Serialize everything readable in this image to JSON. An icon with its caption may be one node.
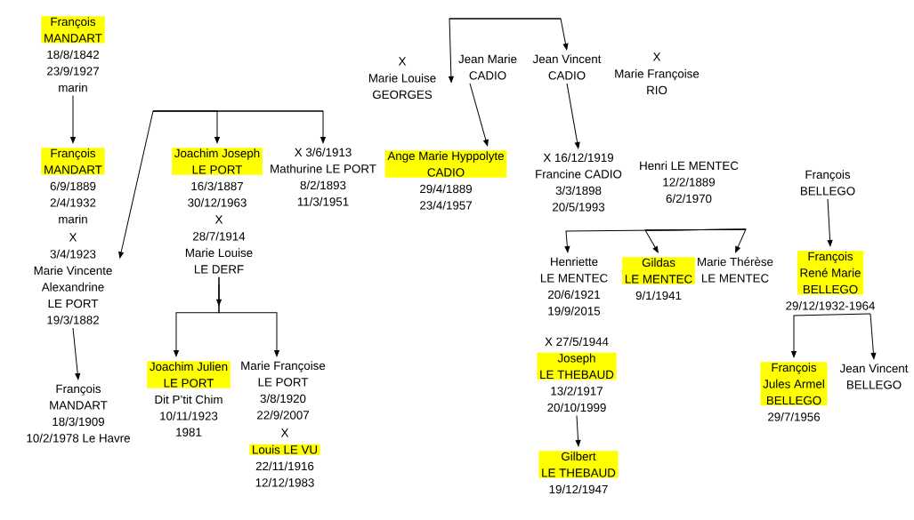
{
  "diagram": {
    "nodes": [
      {
        "text": [
          "François MANDART",
          "18/8/1842",
          "23/9/1927",
          "marin"
        ]
      },
      {
        "text": [
          "François MANDART",
          "6/9/1889",
          "2/4/1932",
          "marin"
        ]
      },
      {
        "text": [
          "X",
          "3/4/1923",
          "Marie Vincente Alexandrine LE PORT",
          "19/3/1882"
        ]
      },
      {
        "text": [
          "François MANDART",
          "18/3/1909",
          "10/2/1978 Le Havre"
        ]
      },
      {
        "text": [
          "Joachim Joseph LE PORT",
          "16/3/1887",
          "30/12/1963"
        ]
      },
      {
        "text": [
          "X 3/6/1913",
          "Mathurine LE PORT",
          "8/2/1893",
          "11/3/1951"
        ]
      },
      {
        "text": [
          "X",
          "28/7/1914",
          "Marie Louise LE DERF"
        ]
      },
      {
        "text": [
          "Joachim Julien LE PORT",
          "Dit P’tit Chim",
          "10/11/1923",
          "1981"
        ]
      },
      {
        "text": [
          "Marie Françoise LE PORT",
          "3/8/1920",
          "22/9/2007"
        ]
      },
      {
        "text": [
          "X",
          "Louis LE VU",
          "22/11/1916",
          "12/12/1983"
        ]
      },
      {
        "text": [
          "X",
          "Marie Louise GEORGES"
        ]
      },
      {
        "text": [
          "Jean Marie CADIO"
        ]
      },
      {
        "text": [
          "Jean Vincent CADIO"
        ]
      },
      {
        "text": [
          "X",
          "Marie Françoise RIO"
        ]
      },
      {
        "text": [
          "Ange Marie Hyppolyte CADIO",
          "29/4/1889",
          "23/4/1957"
        ]
      },
      {
        "text": [
          "X 16/12/1919",
          "Francine CADIO",
          "3/3/1898",
          "20/5/1993"
        ]
      },
      {
        "text": [
          "Henri LE MENTEC",
          "12/2/1889",
          "6/2/1970"
        ]
      },
      {
        "text": [
          "Henriette LE MENTEC",
          "20/6/1921",
          "19/9/2015"
        ]
      },
      {
        "text": [
          "Gildas LE MENTEC",
          "9/1/1941"
        ]
      },
      {
        "text": [
          "Marie Thérèse LE MENTEC"
        ]
      },
      {
        "text": [
          "X 27/5/1944",
          "Joseph LE THEBAUD",
          "13/2/1917",
          "20/10/1999"
        ]
      },
      {
        "text": [
          "Gilbert LE THEBAUD",
          "19/12/1947"
        ]
      },
      {
        "text": [
          "François BELLEGO"
        ]
      },
      {
        "text": [
          "François René Marie BELLEGO",
          "29/12/1932-1964"
        ]
      },
      {
        "text": [
          "François Jules Armel BELLEGO",
          "29/7/1956"
        ]
      },
      {
        "text": [
          "Jean Vincent BELLEGO"
        ]
      }
    ],
    "edges": [
      {
        "from": 0,
        "to": 1,
        "arrow": "to"
      },
      {
        "from": null,
        "to": 2,
        "arrow": "to"
      },
      {
        "from": null,
        "to": 4,
        "arrow": "to"
      },
      {
        "from": null,
        "to": 5,
        "arrow": "to"
      },
      {
        "from": 2,
        "to": 3,
        "arrow": "to"
      },
      {
        "from": 6,
        "to": 7,
        "arrow": "to"
      },
      {
        "from": 6,
        "to": 8,
        "arrow": "to"
      },
      {
        "from": null,
        "to": 11,
        "arrow": "to"
      },
      {
        "from": null,
        "to": 12,
        "arrow": "to"
      },
      {
        "from": 11,
        "to": 14,
        "arrow": "to"
      },
      {
        "from": 12,
        "to": 15,
        "arrow": "to"
      },
      {
        "from": null,
        "to": 17,
        "arrow": "to"
      },
      {
        "from": null,
        "to": 18,
        "arrow": "to"
      },
      {
        "from": null,
        "to": 19,
        "arrow": "to"
      },
      {
        "from": 20,
        "to": 21,
        "arrow": "to"
      },
      {
        "from": 22,
        "to": 23,
        "arrow": "to"
      },
      {
        "from": 23,
        "to": 24,
        "arrow": "to"
      },
      {
        "from": 23,
        "to": 25,
        "arrow": "to"
      }
    ]
  }
}
